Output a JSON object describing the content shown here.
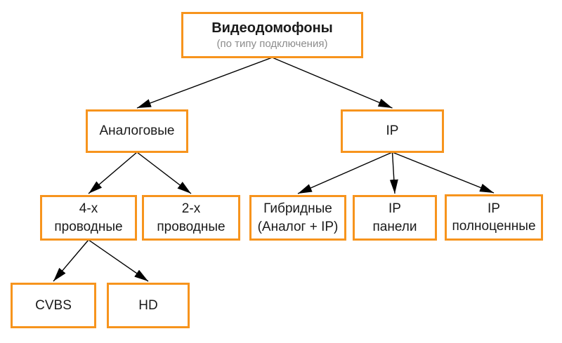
{
  "diagram": {
    "nodes": {
      "root": {
        "line1": "Видеодомофоны",
        "line2": "(по типу подключения)"
      },
      "analog": {
        "line1": "Аналоговые"
      },
      "ip": {
        "line1": "IP"
      },
      "four_wire": {
        "line1": "4-х",
        "line2": "проводные"
      },
      "two_wire": {
        "line1": "2-х",
        "line2": "проводные"
      },
      "hybrid": {
        "line1": "Гибридные",
        "line2": "(Аналог + IP)"
      },
      "ip_panels": {
        "line1": "IP",
        "line2": "панели"
      },
      "ip_full": {
        "line1": "IP",
        "line2": "полноценные"
      },
      "cvbs": {
        "line1": "CVBS"
      },
      "hd": {
        "line1": "HD"
      }
    },
    "edges": [
      {
        "from": "root",
        "to": "analog"
      },
      {
        "from": "root",
        "to": "ip"
      },
      {
        "from": "analog",
        "to": "four_wire"
      },
      {
        "from": "analog",
        "to": "two_wire"
      },
      {
        "from": "ip",
        "to": "hybrid"
      },
      {
        "from": "ip",
        "to": "ip_panels"
      },
      {
        "from": "ip",
        "to": "ip_full"
      },
      {
        "from": "four_wire",
        "to": "cvbs"
      },
      {
        "from": "four_wire",
        "to": "hd"
      }
    ],
    "colors": {
      "box_border": "#F7941D",
      "arrow": "#000000",
      "title_text": "#1A1A1A",
      "subtitle_text": "#8C8C8C",
      "background": "#FFFFFF"
    }
  }
}
